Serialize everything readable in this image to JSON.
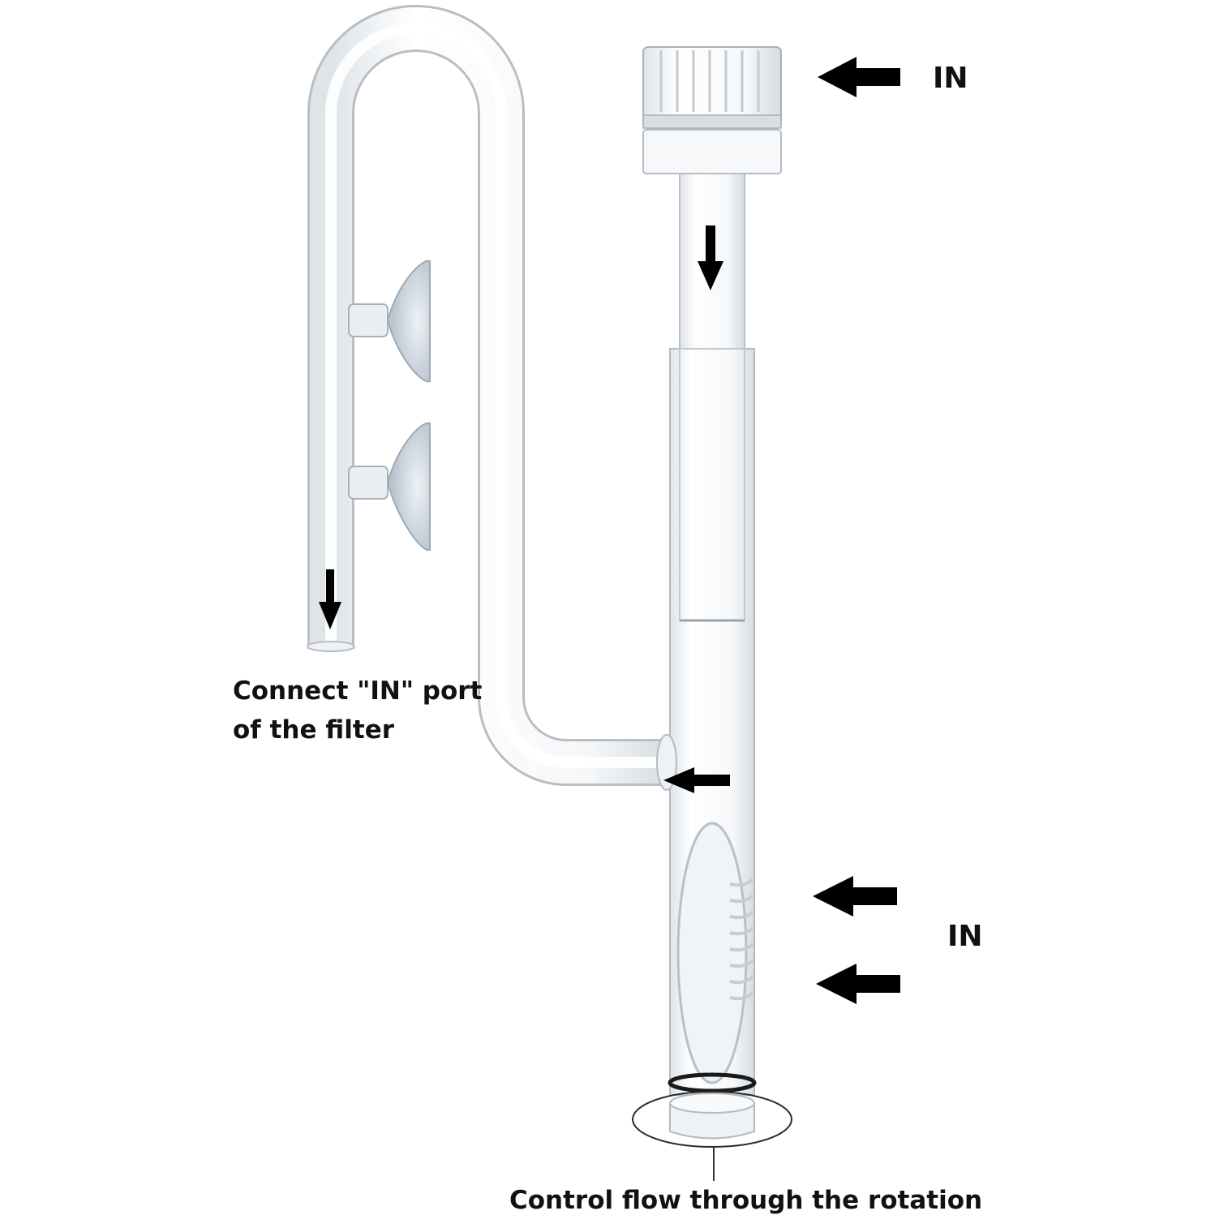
{
  "labels": {
    "in_top": "IN",
    "in_bottom": "IN",
    "connect_line1": "Connect \"IN\" port",
    "connect_line2": "of the filter",
    "control": "Control flow through the rotation"
  },
  "colors": {
    "arrow": "#000000",
    "glass_stroke": "#b9bec4",
    "glass_fill": "#f3f6f8",
    "suction_cup": "#c9d2dc",
    "oring": "#1a1a1a",
    "background": "#ffffff"
  },
  "parts": [
    "lily-pipe-outflow",
    "surface-skimmer-intake",
    "suction-cup-upper",
    "suction-cup-lower",
    "rotating-bottom-cap"
  ]
}
